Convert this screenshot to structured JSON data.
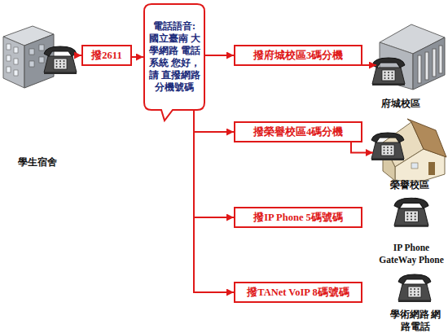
{
  "diagram": {
    "nodes": [
      {
        "text": [
          "學生宿舍"
        ]
      },
      {
        "text": [
          "撥2611"
        ]
      },
      {
        "text": [
          "電話語音:",
          "國立臺南 大學網路 電話系統 您好，請 直撥網路 分機號碼"
        ]
      },
      {
        "text": [
          "撥府城校區3碼分機"
        ]
      },
      {
        "text": [
          "府城校區"
        ]
      },
      {
        "text": [
          "撥榮譽校區4碼分機"
        ]
      },
      {
        "text": [
          "榮譽校區"
        ]
      },
      {
        "text": [
          "撥IP Phone 5碼號碼"
        ]
      },
      {
        "text": [
          "IP Phone GateWay Phone"
        ]
      },
      {
        "text": [
          "撥TANet VoIP 8碼號碼"
        ]
      },
      {
        "text": [
          "學術網路 網路電話"
        ]
      }
    ],
    "edges": [
      {
        "from": 0,
        "to": 1,
        "arrow": "to"
      },
      {
        "from": 1,
        "to": 2,
        "arrow": "to"
      },
      {
        "from": 2,
        "to": 3,
        "arrow": "to"
      },
      {
        "from": 2,
        "to": 5,
        "arrow": "to"
      },
      {
        "from": 2,
        "to": 7,
        "arrow": "to"
      },
      {
        "from": 2,
        "to": 9,
        "arrow": "to"
      },
      {
        "from": 3,
        "to": 4,
        "arrow": "to"
      },
      {
        "from": 5,
        "to": 6,
        "arrow": "to"
      }
    ]
  }
}
